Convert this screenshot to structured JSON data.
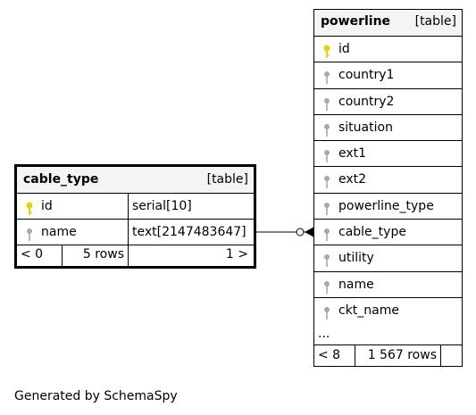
{
  "cable_type": {
    "name": "cable_type",
    "tag": "[table]",
    "columns": [
      {
        "name": "id",
        "type": "serial[10]",
        "key": "primary"
      },
      {
        "name": "name",
        "type": "text[2147483647]",
        "key": "none"
      }
    ],
    "footer": {
      "prev": "< 0",
      "rows": "5 rows",
      "next": "1 >"
    }
  },
  "powerline": {
    "name": "powerline",
    "tag": "[table]",
    "columns": [
      {
        "name": "id",
        "key": "primary"
      },
      {
        "name": "country1",
        "key": "none"
      },
      {
        "name": "country2",
        "key": "none"
      },
      {
        "name": "situation",
        "key": "none"
      },
      {
        "name": "ext1",
        "key": "none"
      },
      {
        "name": "ext2",
        "key": "none"
      },
      {
        "name": "powerline_type",
        "key": "none"
      },
      {
        "name": "cable_type",
        "key": "none"
      },
      {
        "name": "utility",
        "key": "none"
      },
      {
        "name": "name",
        "key": "none"
      },
      {
        "name": "ckt_name",
        "key": "none"
      }
    ],
    "ellipsis": "...",
    "footer": {
      "prev": "< 8",
      "rows": "1 567 rows"
    }
  },
  "caption": "Generated by SchemaSpy",
  "colors": {
    "primary_key": "#e3d600",
    "plain_key": "#a8a8a8"
  }
}
